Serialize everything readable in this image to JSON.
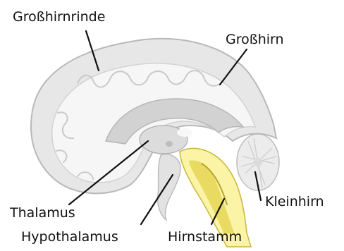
{
  "labels": {
    "grosshirnrinde": "Großhirnrinde",
    "grosshirn": "Großhirn",
    "thalamus": "Thalamus",
    "kleinhirn": "Kleinhirn",
    "hypothalamus": "Hypothalamus",
    "hirnstamm": "Hirnstamm"
  },
  "colors": {
    "brain_outer": "#e7e7e7",
    "brain_inner": "#f6f6f6",
    "deep_structure": "#d2d2d2",
    "brainstem_light": "#fbf3a6",
    "brainstem_dark": "#d8c63a",
    "cerebellum": "#ececec"
  }
}
